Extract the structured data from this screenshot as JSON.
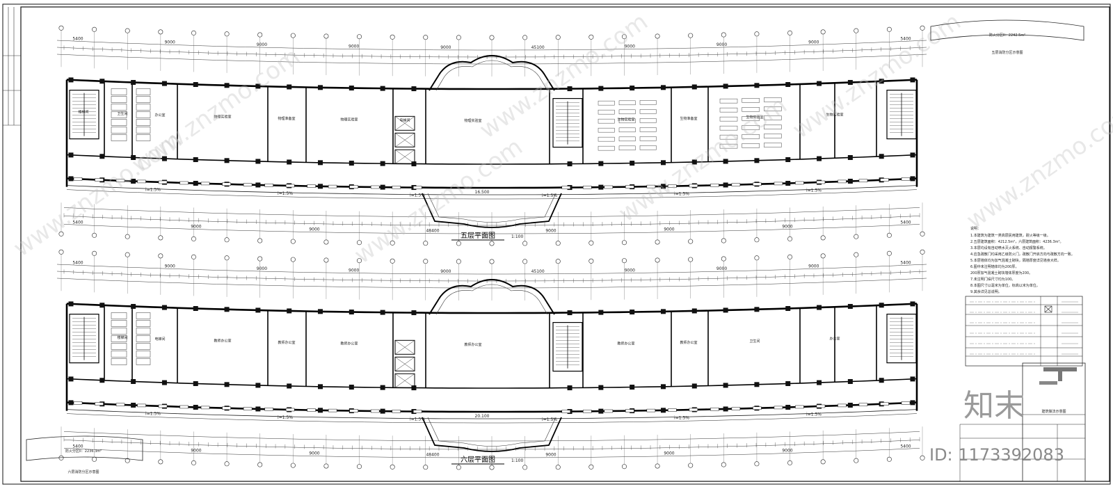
{
  "plans": [
    {
      "title": "五层平面图",
      "scale": "1:100",
      "dims_top": [
        "5400",
        "9000",
        "9000",
        "9000",
        "9000",
        "45100",
        "9000",
        "9000",
        "9000",
        "5400"
      ],
      "dims_bottom": [
        "5400",
        "9000",
        "9000",
        "48400",
        "9000",
        "9000",
        "9000",
        "5400"
      ],
      "rooms": [
        "物理实验室",
        "物理准备室",
        "物理实验室",
        "物理实验室",
        "生物实验室",
        "生物准备室",
        "生物实验室",
        "生物实验室",
        "卫生间",
        "办公室",
        "楼梯间",
        "电梯间"
      ],
      "elev": "16.500",
      "slopes": [
        "i=1.5%",
        "i=1.5%",
        "i=1.5%",
        "i=1.5%",
        "i=1.5%",
        "i=1.5%"
      ]
    },
    {
      "title": "六层平面图",
      "scale": "1:100",
      "dims_top": [
        "5400",
        "9000",
        "9000",
        "9000",
        "9000",
        "45100",
        "9000",
        "9000",
        "9000",
        "5400"
      ],
      "dims_bottom": [
        "5400",
        "9000",
        "9000",
        "48400",
        "9000",
        "9000",
        "9000",
        "5400"
      ],
      "rooms": [
        "教师办公室",
        "教师办公室",
        "教师办公室",
        "教师办公室",
        "教师办公室",
        "教师办公室",
        "卫生间",
        "办公室",
        "楼梯间",
        "电梯间"
      ],
      "elev": "20.100",
      "slopes": [
        "i=1.5%",
        "i=1.5%",
        "i=1.5%",
        "i=1.5%",
        "i=1.5%",
        "i=1.5%"
      ]
    }
  ],
  "fire_zone_top": {
    "text": "防火分区II：2242.5m²",
    "caption": "五层消防分区示意图"
  },
  "fire_zone_bottom": {
    "text": "防火分区II：2236.3m²",
    "caption": "六层消防分区示意图"
  },
  "notes": {
    "title": "说明：",
    "lines": [
      "1.本建筑为建筑一类高层民用建筑，耐火等级一级。",
      "2.五层建筑面积：4212.5m²，六层建筑面积：4236.3m²。",
      "3.本层均设有自动喷水灭火系统、自动报警系统。",
      "4.应急疏散门均采用乙级防火门，疏散门开启方向与疏散方向一致。",
      "5.本层墙体均为加气混凝土砌块，隔墙厚度详见墙身大样。",
      "6.图中未注明墙体均为200厚，",
      "200厚加气混凝土砌块墙体厚度为200。",
      "7.未注明门垛尺寸均为100。",
      "8.本图尺寸以毫米为单位，标高以米为单位。",
      "9.其余详见总说明。"
    ]
  },
  "legend": {
    "title": "建筑做法示意图"
  },
  "watermark": "www.znzmo.com",
  "logo": "知末",
  "id_text": "ID: 1173392083",
  "colors": {
    "line": "#1a1a1a",
    "wall": "#000000",
    "hatch": "#555555",
    "watermark": "#c8c8c8"
  }
}
